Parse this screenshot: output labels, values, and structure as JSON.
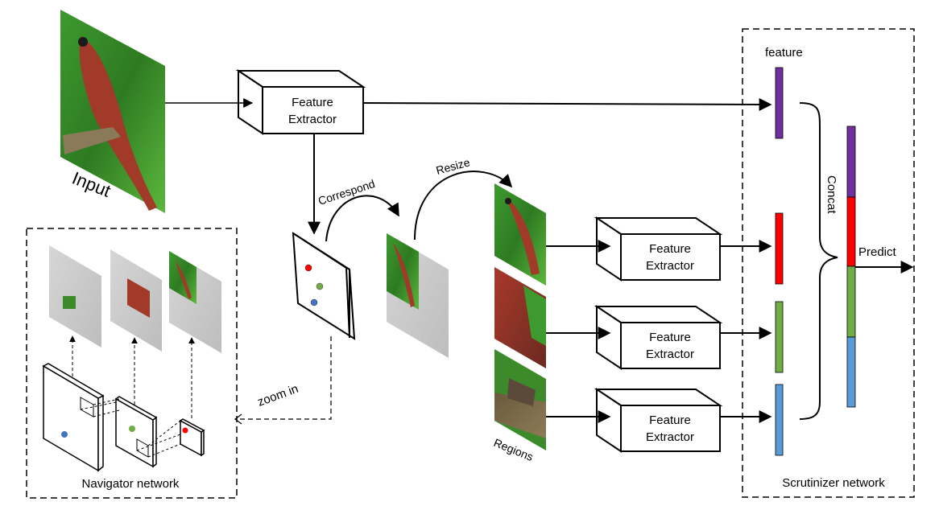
{
  "labels": {
    "input": "Input",
    "feature": "feature",
    "correspond": "Correspond",
    "resize": "Resize",
    "zoom_in": "zoom in",
    "regions": "Regions",
    "concat": "Concat",
    "predict": "Predict",
    "navigator_network": "Navigator network",
    "scrutinizer_network": "Scrutinizer network"
  },
  "feature_extractors": [
    {
      "line1": "Feature",
      "line2": "Extractor"
    },
    {
      "line1": "Feature",
      "line2": "Extractor"
    },
    {
      "line1": "Feature",
      "line2": "Extractor"
    },
    {
      "line1": "Feature",
      "line2": "Extractor"
    }
  ],
  "colors": {
    "feature_global": "#7030a0",
    "feature_region_1": "#ff0000",
    "feature_region_2": "#70ad47",
    "feature_region_3": "#5b9bd5",
    "anchor_red": "#ff0000",
    "anchor_green": "#70ad47",
    "anchor_blue": "#4472c4"
  }
}
